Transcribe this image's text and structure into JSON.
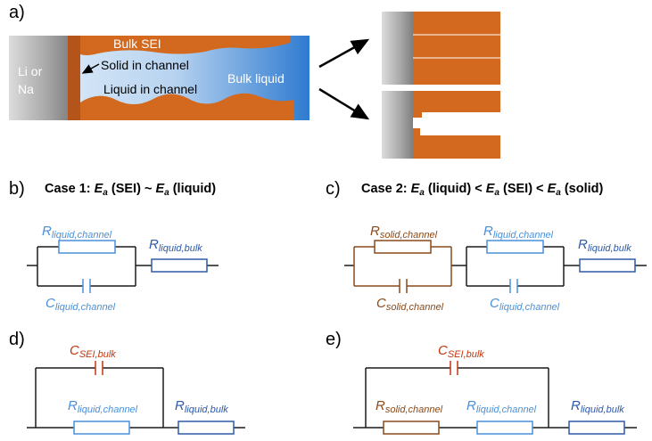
{
  "panels": {
    "a": "a)",
    "b": "b)",
    "c": "c)",
    "d": "d)",
    "e": "e)"
  },
  "panel_a": {
    "electrode": [
      "Li or",
      "Na"
    ],
    "bulk_sei": "Bulk SEI",
    "solid_in_channel": "Solid in channel",
    "liquid_in_channel": "Liquid in channel",
    "bulk_liquid": "Bulk liquid"
  },
  "case1": {
    "prefix": "Case 1: ",
    "e1": "E",
    "s1": "a",
    "t1": " (SEI) ~ ",
    "e2": "E",
    "s2": "a",
    "t2": " (liquid)"
  },
  "case2": {
    "prefix": "Case 2: ",
    "e1": "E",
    "s1": "a",
    "t1": " (liquid) < ",
    "e2": "E",
    "s2": "a",
    "t2": " (SEI) < ",
    "e3": "E",
    "s3": "a",
    "t3": " (solid)"
  },
  "labels": {
    "r_liquid_channel": {
      "main": "R",
      "sub": "liquid,channel"
    },
    "r_liquid_bulk": {
      "main": "R",
      "sub": "liquid,bulk"
    },
    "c_liquid_channel": {
      "main": "C",
      "sub": "liquid,channel"
    },
    "r_solid_channel": {
      "main": "R",
      "sub": "solid,channel"
    },
    "c_solid_channel": {
      "main": "C",
      "sub": "solid,channel"
    },
    "c_sei_bulk": {
      "main": "C",
      "sub": "SEI,bulk"
    }
  },
  "colors": {
    "liquid": "#4a90d9",
    "bulk": "#2e5aa8",
    "solid": "#8a4a1a",
    "sei": "#c0360f",
    "sei_fill": "#d2691e",
    "metal": "#9a9a9a"
  }
}
